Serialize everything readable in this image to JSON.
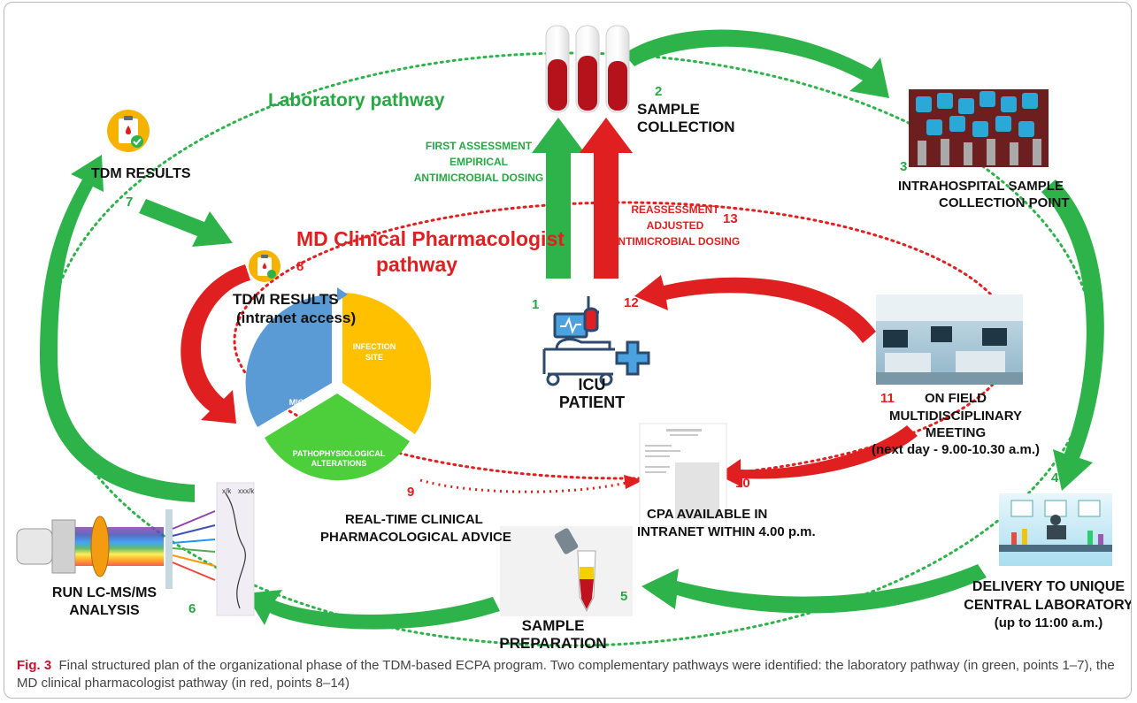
{
  "labels": {
    "lab_pathway": "Laboratory pathway",
    "md_line1": "MD Clinical Pharmacologist",
    "md_line2": "pathway",
    "tdm_results_7": "TDM RESULTS",
    "num_7": "7",
    "tdm_results_8": "TDM RESULTS",
    "tdm_results_8_sub": "(intranet access)",
    "num_8": "8",
    "sample_num": "2",
    "sample_l1": "SAMPLE",
    "sample_l2": "COLLECTION",
    "first_l1": "FIRST ASSESSMENT",
    "first_l2": "EMPIRICAL",
    "first_l3": "ANTIMICROBIAL DOSING",
    "re_l1": "REASSESSMENT",
    "re_l2": "ADJUSTED",
    "re_l3": "ANTIMICROBIAL DOSING",
    "num_13": "13",
    "num_3": "3",
    "intra_l1": "INTRAHOSPITAL SAMPLE",
    "intra_l2": "COLLECTION POINT",
    "num_1": "1",
    "num_12": "12",
    "icu_l1": "ICU",
    "icu_l2": "PATIENT",
    "num_11": "11",
    "field_l1": "ON FIELD",
    "field_l2": "MULTIDISCIPLINARY",
    "field_l3": "MEETING",
    "field_l4": "(next day - 9.00-10.30 a.m.)",
    "pie_mic": "MIC",
    "pie_inf1": "INFECTION",
    "pie_inf2": "SITE",
    "pie_patho1": "PATHOPHYSIOLOGICAL",
    "pie_patho2": "ALTERATIONS",
    "num_9": "9",
    "rt_l1": "REAL-TIME CLINICAL",
    "rt_l2": "PHARMACOLOGICAL ADVICE",
    "num_10": "10",
    "cpa_l1": "CPA AVAILABLE  IN",
    "cpa_l2": "INTRANET WITHIN 4.00 p.m.",
    "num_4": "4",
    "num_5": "5",
    "prep_l1": "SAMPLE",
    "prep_l2": "PREPARATION",
    "num_6": "6",
    "run_l1": "RUN LC-MS/MS",
    "run_l2": "ANALYSIS",
    "deliv_l1": "DELIVERY TO UNIQUE",
    "deliv_l2": "CENTRAL LABORATORY",
    "deliv_l3": "(up to 11:00 a.m.)",
    "spec_a": "x/k",
    "spec_b": "xxx/k"
  },
  "caption": {
    "fig": "Fig. 3",
    "text": "Final structured plan of the organizational phase of the TDM-based ECPA program. Two complementary pathways were identified: the laboratory pathway (in green, points 1–7), the MD clinical pharmacologist pathway (in red, points 8–14)"
  },
  "colors": {
    "green": "#2db34a",
    "green_text": "#27a844",
    "red": "#e02020",
    "pie_blue": "#5b9bd5",
    "pie_yellow": "#ffc000",
    "pie_green": "#4ccf3a"
  }
}
